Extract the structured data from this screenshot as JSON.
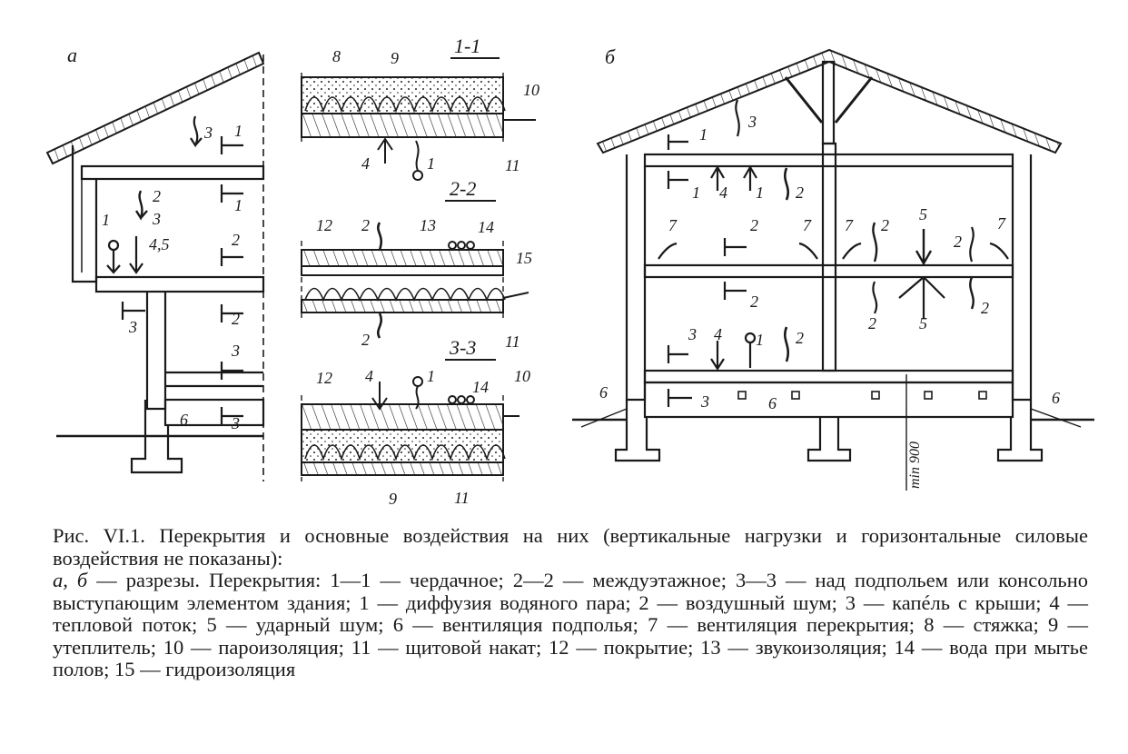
{
  "figure": {
    "panel_a_label": "а",
    "panel_b_label": "б",
    "section_1_1": "1-1",
    "section_2_2": "2-2",
    "section_3_3": "3-3",
    "dimension_label": "min 900",
    "callouts": {
      "n1": "1",
      "n2": "2",
      "n3": "3",
      "n4": "4",
      "n5": "5",
      "n6": "6",
      "n7": "7",
      "n8": "8",
      "n9": "9",
      "n10": "10",
      "n11": "11",
      "n12": "12",
      "n13": "13",
      "n14": "14",
      "n15": "15",
      "n4_5": "4,5"
    }
  },
  "caption": {
    "title": "Рис. VI.1. Перекрытия и основные воздействия на них (вертикальные нагрузки и горизонтальные силовые воздействия не показаны):",
    "legend_lead": "а, б",
    "legend_text": " — разрезы. Перекрытия: 1—1 — чердачное; 2—2 — междуэтажное; 3—3 — над подпольем или консольно выступающим элементом здания; 1 — диффузия водяного пара; 2 — воздушный шум; 3 — капéль с крыши; 4 — тепловой поток; 5 — ударный шум; 6 — вентиляция подполья; 7 — вентиляция перекрытия; 8 — стяжка; 9 — утеплитель; 10 — пароизоляция; 11 — щитовой накат; 12 — покрытие; 13 — звукоизоляция; 14 — вода при мытье полов; 15 — гидроизоляция"
  }
}
